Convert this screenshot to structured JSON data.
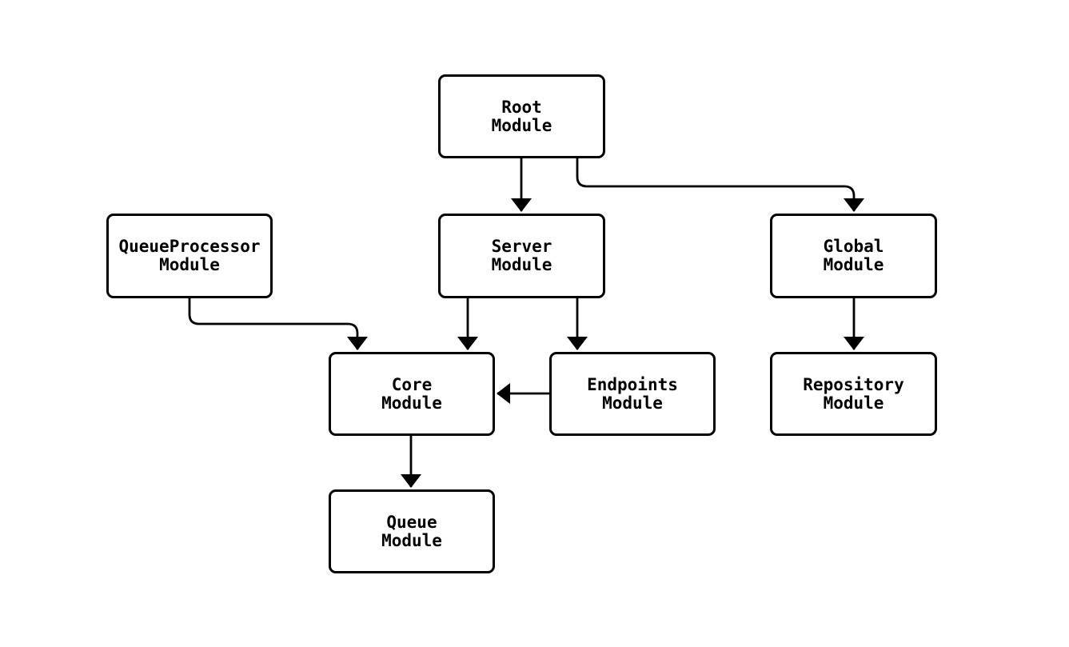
{
  "diagram": {
    "type": "flowchart",
    "background_color": "#ffffff",
    "stroke_color": "#000000",
    "node_fill_color": "#ffffff",
    "nodes": [
      {
        "id": "root",
        "label": "Root\nModule"
      },
      {
        "id": "queueprocessor",
        "label": "QueueProcessor\nModule"
      },
      {
        "id": "server",
        "label": "Server\nModule"
      },
      {
        "id": "global",
        "label": "Global\nModule"
      },
      {
        "id": "core",
        "label": "Core\nModule"
      },
      {
        "id": "endpoints",
        "label": "Endpoints\nModule"
      },
      {
        "id": "repository",
        "label": "Repository\nModule"
      },
      {
        "id": "queue",
        "label": "Queue\nModule"
      }
    ],
    "edges": [
      {
        "from": "Root Module",
        "to": "Server Module"
      },
      {
        "from": "Root Module",
        "to": "Global Module"
      },
      {
        "from": "QueueProcessor Module",
        "to": "Core Module"
      },
      {
        "from": "Server Module",
        "to": "Core Module"
      },
      {
        "from": "Server Module",
        "to": "Endpoints Module"
      },
      {
        "from": "Endpoints Module",
        "to": "Core Module"
      },
      {
        "from": "Global Module",
        "to": "Repository Module"
      },
      {
        "from": "Core Module",
        "to": "Queue Module"
      }
    ]
  }
}
